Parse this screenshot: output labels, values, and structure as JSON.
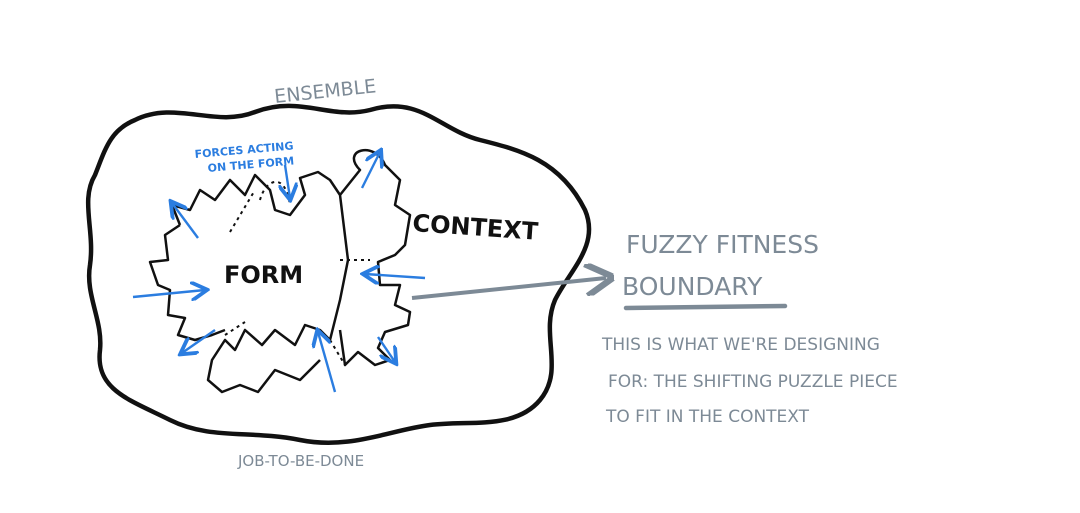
{
  "labels": {
    "ensemble": "Ensemble",
    "forces_line1": "Forces acting",
    "forces_line2": "on the form",
    "form": "Form",
    "context": "Context",
    "job": "Job-to-be-Done",
    "boundary_line1": "Fuzzy Fitness",
    "boundary_line2": "Boundary",
    "desc_line1": "This is what we're designing",
    "desc_line2": "for: the shifting puzzle piece",
    "desc_line3": "to fit in the Context"
  },
  "colors": {
    "ink": "#111111",
    "annotation": "#7d8a96",
    "force": "#2b7de0"
  }
}
